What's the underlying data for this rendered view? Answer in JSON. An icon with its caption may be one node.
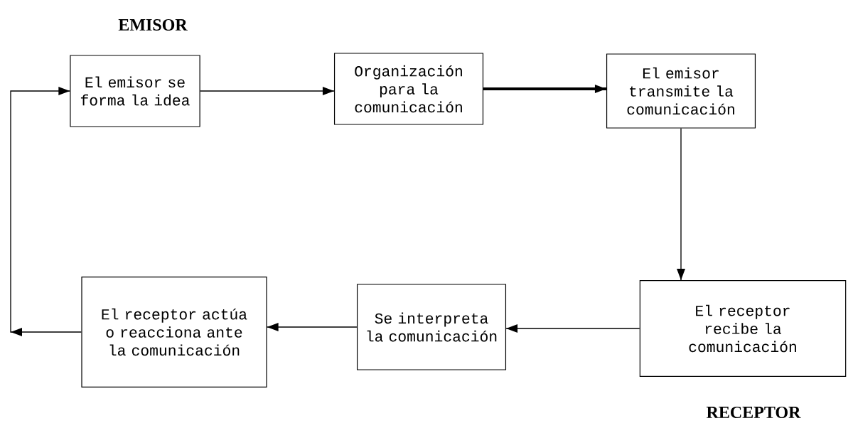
{
  "diagram": {
    "nodes": [
      {
        "text": [
          "El emisor se forma la idea"
        ]
      },
      {
        "text": [
          "Organización para la comunicación"
        ]
      },
      {
        "text": [
          "El emisor transmite la comunicación"
        ]
      },
      {
        "text": [
          "El receptor recibe la comunicación"
        ]
      },
      {
        "text": [
          "Se interpreta la comunicación"
        ]
      },
      {
        "text": [
          "El receptor actúa o reacciona ante la comunicación"
        ]
      }
    ],
    "edges": [
      {
        "from": 0,
        "to": 1,
        "arrow": "to"
      },
      {
        "from": 1,
        "to": 2,
        "arrow": "to",
        "style": "thick"
      },
      {
        "from": 2,
        "to": 3,
        "arrow": "to"
      },
      {
        "from": 3,
        "to": 4,
        "arrow": "to"
      },
      {
        "from": 4,
        "to": 5,
        "arrow": "to"
      },
      {
        "from": 5,
        "to": 0,
        "arrow": "to"
      }
    ],
    "labels": [
      "EMISOR",
      "RECEPTOR"
    ]
  }
}
